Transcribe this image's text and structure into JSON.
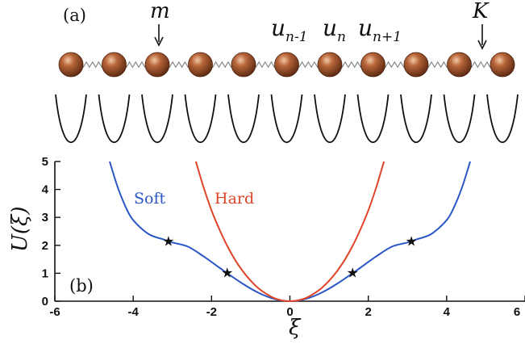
{
  "panel_a": {
    "label": "(a)",
    "labels": {
      "mass": "m",
      "spring": "K",
      "u_prev_base": "u",
      "u_prev_sub": "n-1",
      "u_base": "u",
      "u_sub": "n",
      "u_next_base": "u",
      "u_next_sub": "n+1"
    },
    "particle_count": 11,
    "colors": {
      "ball": "#8b4a2b",
      "spring": "#8a8a8a"
    }
  },
  "panel_b": {
    "label": "(b)"
  },
  "chart_data": {
    "type": "line",
    "xlabel": "ξ",
    "ylabel": "U(ξ)",
    "xlim": [
      -6,
      6
    ],
    "ylim": [
      0,
      5
    ],
    "x_ticks": [
      "-6",
      "-4",
      "-2",
      "0",
      "2",
      "4",
      "6"
    ],
    "y_ticks": [
      "0",
      "1",
      "2",
      "3",
      "4",
      "5"
    ],
    "series": [
      {
        "name": "Soft",
        "color": "#2a56c6",
        "x": [
          -4.6,
          -4.4,
          -4.2,
          -4.0,
          -3.6,
          -3.2,
          -3.0,
          -2.6,
          -2.2,
          -1.8,
          -1.6,
          -1.2,
          -0.8,
          -0.4,
          0,
          0.4,
          0.8,
          1.2,
          1.6,
          1.8,
          2.2,
          2.6,
          3.0,
          3.2,
          3.6,
          4.0,
          4.2,
          4.4,
          4.6
        ],
        "y": [
          5.0,
          4.1,
          3.4,
          2.9,
          2.4,
          2.2,
          2.1,
          1.95,
          1.6,
          1.2,
          1.0,
          0.62,
          0.3,
          0.08,
          0,
          0.08,
          0.3,
          0.62,
          1.0,
          1.2,
          1.6,
          1.95,
          2.1,
          2.2,
          2.4,
          2.9,
          3.4,
          4.1,
          5.0
        ]
      },
      {
        "name": "Hard",
        "color": "#e0452a",
        "x": [
          -2.4,
          -2.2,
          -2.0,
          -1.8,
          -1.6,
          -1.4,
          -1.2,
          -1.0,
          -0.8,
          -0.6,
          -0.4,
          -0.2,
          0,
          0.2,
          0.4,
          0.6,
          0.8,
          1.0,
          1.2,
          1.4,
          1.6,
          1.8,
          2.0,
          2.2,
          2.4
        ],
        "y": [
          5.0,
          4.06,
          3.25,
          2.57,
          1.98,
          1.48,
          1.07,
          0.73,
          0.46,
          0.26,
          0.11,
          0.03,
          0,
          0.03,
          0.11,
          0.26,
          0.46,
          0.73,
          1.07,
          1.48,
          1.98,
          2.57,
          3.25,
          4.06,
          5.0
        ]
      }
    ],
    "markers": {
      "symbol": "★",
      "points": [
        {
          "x": -3.1,
          "y": 2.15
        },
        {
          "x": -1.6,
          "y": 1.02
        },
        {
          "x": 1.6,
          "y": 1.02
        },
        {
          "x": 3.1,
          "y": 2.15
        }
      ]
    }
  }
}
